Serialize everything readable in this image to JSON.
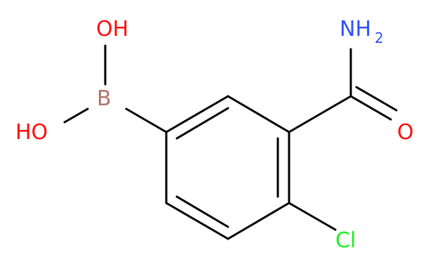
{
  "molecule": {
    "atoms": {
      "oh_top": {
        "text": "OH",
        "color": "#ff0d0d"
      },
      "oh_left": {
        "text": "HO",
        "color": "#ff0d0d"
      },
      "boron": {
        "text": "B",
        "color": "#b5736b"
      },
      "amine": {
        "text": "NH",
        "subscript": "2",
        "color": "#3050f8"
      },
      "carbonyl_o": {
        "text": "O",
        "color": "#ff0d0d"
      },
      "chlorine": {
        "text": "Cl",
        "color": "#1ff01f"
      }
    },
    "bond_color": "#000000"
  }
}
